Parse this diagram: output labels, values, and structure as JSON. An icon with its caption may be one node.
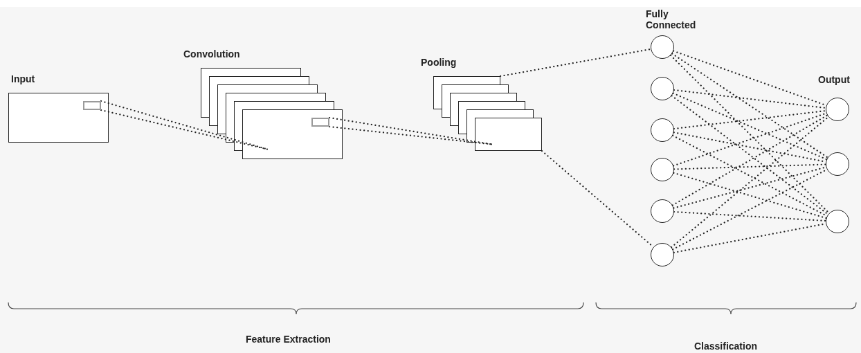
{
  "diagram": {
    "nodes": [
      {
        "text": [
          "Input"
        ]
      },
      {
        "text": [],
        "shape": "box",
        "in": 0
      },
      {
        "text": [
          "Convolution"
        ]
      },
      {
        "text": [],
        "shape": "box",
        "in": 2
      },
      {
        "text": [
          "Pooling"
        ]
      },
      {
        "text": [],
        "shape": "circle"
      },
      {
        "text": [],
        "shape": "circle"
      },
      {
        "text": [],
        "shape": "circle"
      },
      {
        "text": [],
        "shape": "circle"
      },
      {
        "text": [],
        "shape": "circle"
      },
      {
        "text": [],
        "shape": "circle"
      },
      {
        "text": [],
        "shape": "circle"
      },
      {
        "text": [],
        "shape": "circle"
      },
      {
        "text": [],
        "shape": "circle"
      }
    ],
    "edges": [
      {
        "from": 1,
        "to": 2,
        "arrow": "none"
      },
      {
        "from": 1,
        "to": 2,
        "arrow": "none"
      },
      {
        "from": 3,
        "to": 4,
        "arrow": "none"
      },
      {
        "from": 3,
        "to": 4,
        "arrow": "none"
      },
      {
        "from": 4,
        "to": 5,
        "arrow": "none"
      },
      {
        "from": 4,
        "to": 10,
        "arrow": "none"
      },
      {
        "from": 5,
        "to": 11,
        "arrow": "none"
      },
      {
        "from": 5,
        "to": 12,
        "arrow": "none"
      },
      {
        "from": 5,
        "to": 13,
        "arrow": "none"
      },
      {
        "from": 6,
        "to": 11,
        "arrow": "none"
      },
      {
        "from": 6,
        "to": 12,
        "arrow": "none"
      },
      {
        "from": 6,
        "to": 13,
        "arrow": "none"
      },
      {
        "from": 7,
        "to": 11,
        "arrow": "none"
      },
      {
        "from": 7,
        "to": 12,
        "arrow": "none"
      },
      {
        "from": 7,
        "to": 13,
        "arrow": "none"
      },
      {
        "from": 8,
        "to": 11,
        "arrow": "none"
      },
      {
        "from": 8,
        "to": 12,
        "arrow": "none"
      },
      {
        "from": 8,
        "to": 13,
        "arrow": "none"
      },
      {
        "from": 9,
        "to": 11,
        "arrow": "none"
      },
      {
        "from": 9,
        "to": 12,
        "arrow": "none"
      },
      {
        "from": 9,
        "to": 13,
        "arrow": "none"
      },
      {
        "from": 10,
        "to": 11,
        "arrow": "none"
      },
      {
        "from": 10,
        "to": 12,
        "arrow": "none"
      },
      {
        "from": 10,
        "to": 13,
        "arrow": "none"
      }
    ],
    "labels": [
      "Fully Connected",
      "Output",
      "Feature Extraction",
      "Classification"
    ]
  }
}
